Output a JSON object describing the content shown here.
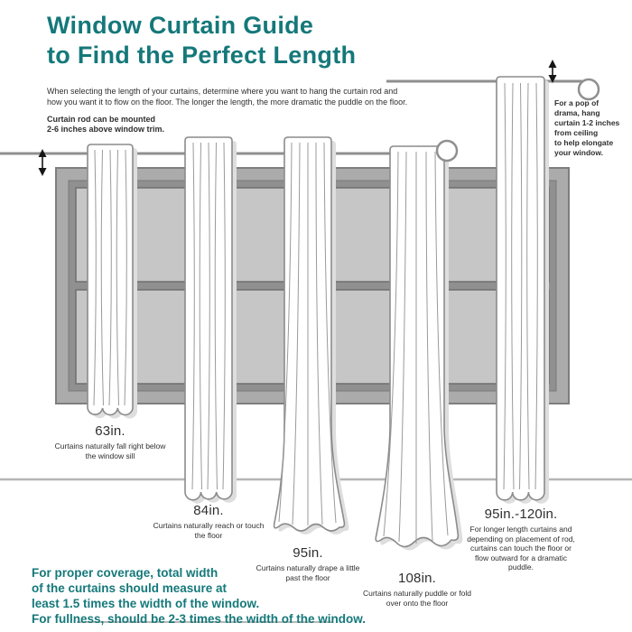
{
  "page": {
    "title_lines": [
      "Window Curtain Guide",
      "to Find the Perfect Length"
    ],
    "intro_lines": [
      "When selecting the length of your curtains, determine where you want to hang the curtain rod and",
      "how you want it to flow on the floor. The longer the length, the more dramatic the puddle on the floor."
    ],
    "rod_note_lines": [
      "Curtain rod can be mounted",
      "2-6 inches above window trim."
    ],
    "drama_note_lines": [
      "For a pop of",
      "drama, hang",
      "curtain 1-2 inches",
      "from ceiling",
      "to help elongate",
      "your window."
    ],
    "coverage_lines": [
      "For proper coverage, total width",
      "of the curtains should measure at",
      "least 1.5 times the width of the window.",
      "For fullness, should be 2-3 times the width of the window."
    ]
  },
  "curtains": [
    {
      "length": "63in.",
      "description": "Curtains naturally fall right below the window sill"
    },
    {
      "length": "84in.",
      "description": "Curtains naturally reach or touch the floor"
    },
    {
      "length": "95in.",
      "description": "Curtains naturally drape a little past the floor"
    },
    {
      "length": "108in.",
      "description": "Curtains naturally puddle or fold over onto the floor"
    },
    {
      "length": "95in.-120in.",
      "description": "For longer length curtains and depending on placement of rod, curtains can touch the floor or flow outward for a dramatic puddle."
    }
  ],
  "colors": {
    "accent_teal": "#15787a",
    "window_gray": "#ababab",
    "pane_gray": "#c6c6c6",
    "outline_gray": "#8b8b8b",
    "shadow_gray": "#dedede"
  }
}
